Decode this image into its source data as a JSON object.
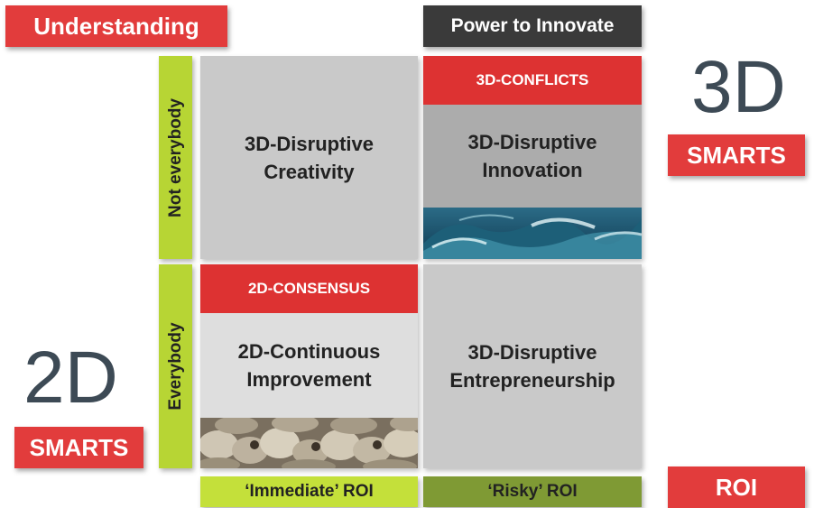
{
  "labels": {
    "understanding": "Understanding",
    "power_to_innovate": "Power to Innovate",
    "three_d": "3D",
    "smarts_top": "SMARTS",
    "two_d": "2D",
    "smarts_bottom": "SMARTS",
    "roi": "ROI"
  },
  "axis": {
    "row_top": "Not everybody",
    "row_bottom": "Everybody",
    "col_left": "‘Immediate’ ROI",
    "col_right": "‘Risky’ ROI"
  },
  "cells": {
    "top_left": {
      "line1": "3D-Disruptive",
      "line2": "Creativity"
    },
    "top_right": {
      "banner": "3D-CONFLICTS",
      "line1": "3D-Disruptive",
      "line2": "Innovation"
    },
    "bottom_left": {
      "banner": "2D-CONSENSUS",
      "line1": "2D-Continuous",
      "line2": "Improvement"
    },
    "bottom_right": {
      "line1": "3D-Disruptive",
      "line2": "Entrepreneurship"
    }
  },
  "colors": {
    "accent_red": "#e23c3c",
    "dark_label": "#3a3a3a",
    "lime": "#b7d534",
    "olive": "#7f9a34",
    "cell_grey": "#c8c8c8"
  },
  "images": {
    "wave": "ocean-wave-photo",
    "sheep": "sheep-flock-photo"
  }
}
